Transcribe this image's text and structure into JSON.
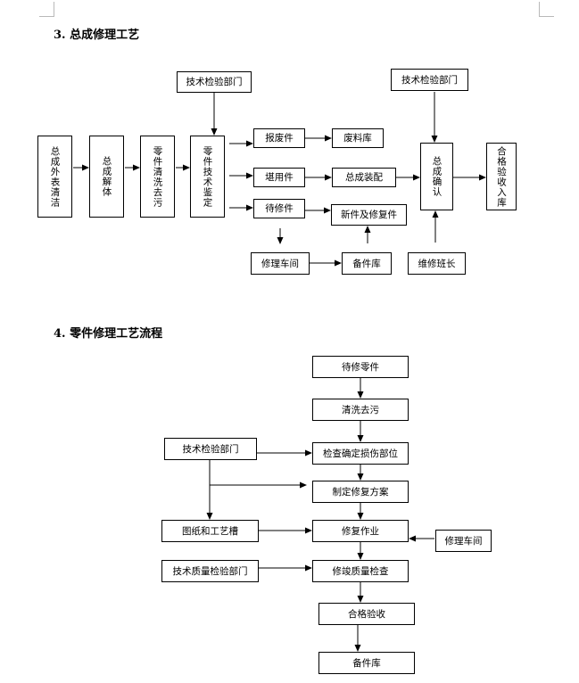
{
  "section3": {
    "heading": "3. 总成修理工艺",
    "boxes": {
      "exterior_clean": "总成外表清洁",
      "disassembly": "总成解体",
      "parts_clean": "零件清洗去污",
      "tech_inspect_vertical": "零件技术鉴定",
      "tech_dept_left": "技术检验部门",
      "tech_dept_right": "技术检验部门",
      "scrap_part": "报废件",
      "scrap_store": "废料库",
      "usable_part": "堪用件",
      "assembly_install": "总成装配",
      "repair_part": "待修件",
      "new_and_repaired": "新件及修复件",
      "assembly_confirm": "总成确认",
      "qualified_store": "合格验收入库",
      "repair_shop": "修理车间",
      "spare_store": "备件库",
      "maintenance_team": "维修班长"
    }
  },
  "section4": {
    "heading": "4. 零件修理工艺流程",
    "boxes": {
      "parts_to_repair": "待修零件",
      "clean": "清洗去污",
      "tech_dept": "技术检验部门",
      "inspect_damage": "检查确定损伤部位",
      "make_plan": "制定修复方案",
      "drawings": "图纸和工艺槽",
      "repair_work": "修复作业",
      "repair_shop": "修理车间",
      "quality_dept": "技术质量检验部门",
      "quality_check": "修竣质量检查",
      "acceptance": "合格验收",
      "spare_store": "备件库"
    }
  }
}
